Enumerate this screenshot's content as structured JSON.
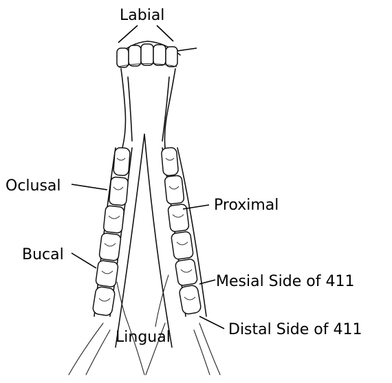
{
  "diagram": {
    "labels": {
      "labial": "Labial",
      "oclusal": "Oclusal",
      "proximal": "Proximal",
      "bucal": "Bucal",
      "mesial": "Mesial Side of 411",
      "lingual": "Lingual",
      "distal": "Distal Side of 411"
    },
    "icon": "dental-arch-illustration"
  }
}
